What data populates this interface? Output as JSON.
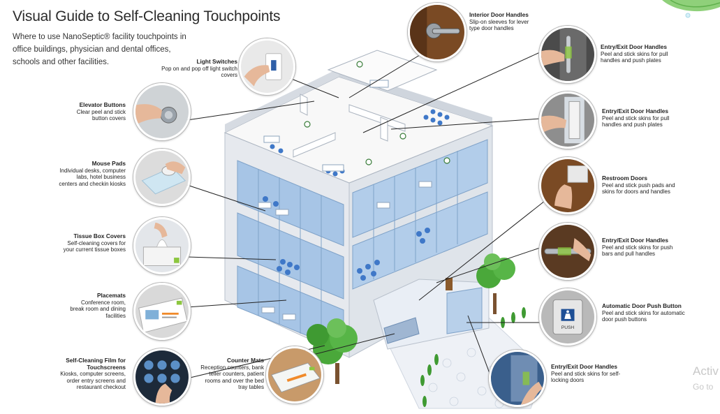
{
  "title": "Visual Guide to Self-Cleaning Touchpoints",
  "subtitle": "Where to use NanoSeptic® facility touchpoints in office buildings, physician and dental offices, schools and other facilities.",
  "callouts": {
    "interior_door": {
      "title": "Interior Door Handles",
      "desc": "Slip-on sleeves for lever type door handles"
    },
    "light_switches": {
      "title": "Light Switches",
      "desc": "Pop on and pop off light switch covers"
    },
    "elevator_buttons": {
      "title": "Elevator Buttons",
      "desc": "Clear peel and stick button covers"
    },
    "mouse_pads": {
      "title": "Mouse Pads",
      "desc": "Individual desks, computer labs, hotel business centers and checkin kiosks"
    },
    "tissue_box": {
      "title": "Tissue Box Covers",
      "desc": "Self-cleaning covers for your current tissue boxes"
    },
    "placemats": {
      "title": "Placemats",
      "desc": "Conference room, break room and dining facilities"
    },
    "film": {
      "title": "Self-Cleaning Film for Touchscreens",
      "desc": "Kiosks, computer screens, order entry screens and restaurant checkout"
    },
    "counter_mats": {
      "title": "Counter Mats",
      "desc": "Reception counters, bank teller counters, patient rooms and over the bed tray tables"
    },
    "entry_exit_1": {
      "title": "Entry/Exit Door Handles",
      "desc": "Peel and stick skins for pull handles and push plates"
    },
    "entry_exit_2": {
      "title": "Entry/Exit Door Handles",
      "desc": "Peel and stick skins for pull handles and push plates"
    },
    "restroom_doors": {
      "title": "Restroom Doors",
      "desc": "Peel and stick push pads and skins for doors and handles"
    },
    "entry_exit_3": {
      "title": "Entry/Exit Door Handles",
      "desc": "Peel and stick skins for push bars and pull handles"
    },
    "auto_door": {
      "title": "Automatic Door Push Button",
      "desc": "Peel and stick skins for automatic door push buttons"
    },
    "entry_exit_4": {
      "title": "Entry/Exit Door Handles",
      "desc": "Peel and stick skins for self-locking doors"
    }
  },
  "photo_labels": {
    "push_button": "PUSH"
  },
  "watermark": {
    "line1": "Activ",
    "line2": "Go to"
  },
  "colors": {
    "glass": "#9dbde0",
    "wall": "#e4e8ee",
    "floor": "#f7f7f7",
    "chair": "#3f78c8",
    "tree": "#4aa83a",
    "accent_green": "#8cc63f"
  }
}
